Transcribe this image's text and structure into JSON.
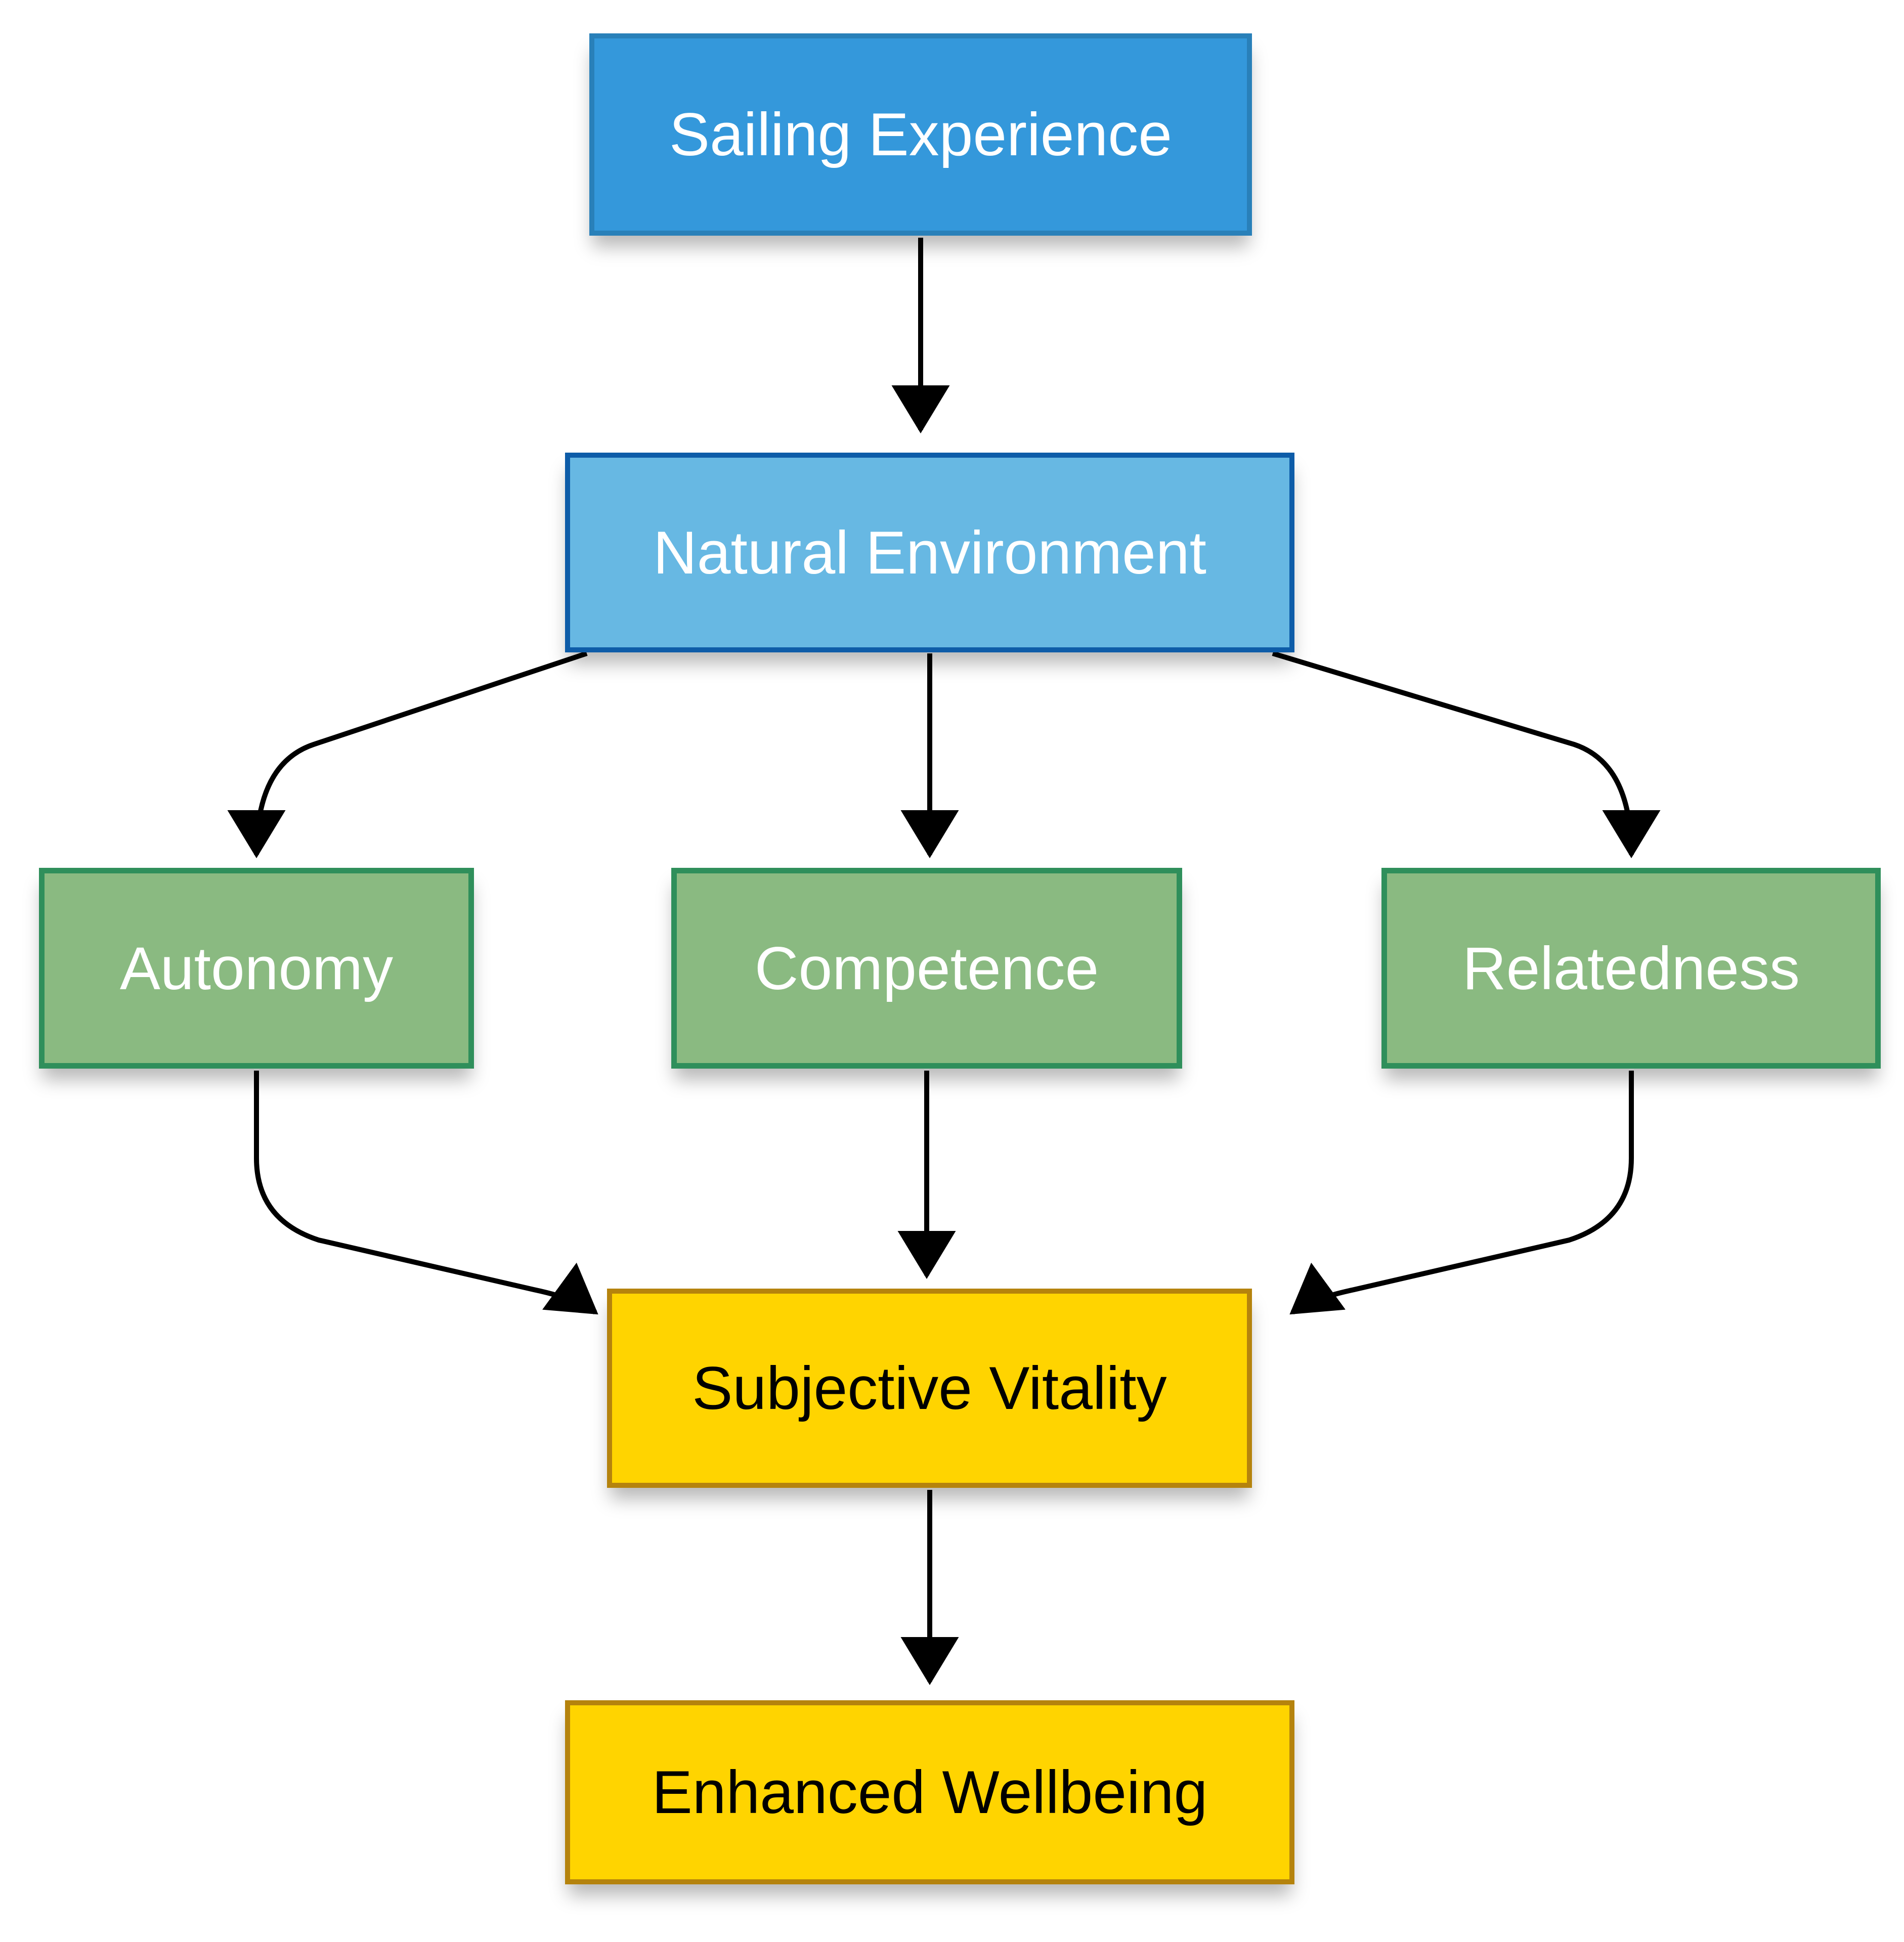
{
  "diagram": {
    "background": "#ffffff",
    "arrow_color": "#000000",
    "nodes": {
      "sailing": {
        "label": "Sailing Experience",
        "fill": "#3498db",
        "border": "#2980b9",
        "text": "#ffffff"
      },
      "natural": {
        "label": "Natural Environment",
        "fill": "#67b8e3",
        "border": "#0d5ca8",
        "text": "#ffffff"
      },
      "autonomy": {
        "label": "Autonomy",
        "fill": "#8aba81",
        "border": "#2f8f5b",
        "text": "#ffffff"
      },
      "competence": {
        "label": "Competence",
        "fill": "#8aba81",
        "border": "#2f8f5b",
        "text": "#ffffff"
      },
      "relatedness": {
        "label": "Relatedness",
        "fill": "#8aba81",
        "border": "#2f8f5b",
        "text": "#ffffff"
      },
      "vitality": {
        "label": "Subjective Vitality",
        "fill": "#ffd400",
        "border": "#b5830d",
        "text": "#000000"
      },
      "wellbeing": {
        "label": "Enhanced Wellbeing",
        "fill": "#ffd400",
        "border": "#b5830d",
        "text": "#000000"
      }
    },
    "edges": [
      {
        "from": "Sailing Experience",
        "to": "Natural Environment"
      },
      {
        "from": "Natural Environment",
        "to": "Autonomy"
      },
      {
        "from": "Natural Environment",
        "to": "Competence"
      },
      {
        "from": "Natural Environment",
        "to": "Relatedness"
      },
      {
        "from": "Autonomy",
        "to": "Subjective Vitality"
      },
      {
        "from": "Competence",
        "to": "Subjective Vitality"
      },
      {
        "from": "Relatedness",
        "to": "Subjective Vitality"
      },
      {
        "from": "Subjective Vitality",
        "to": "Enhanced Wellbeing"
      }
    ]
  }
}
